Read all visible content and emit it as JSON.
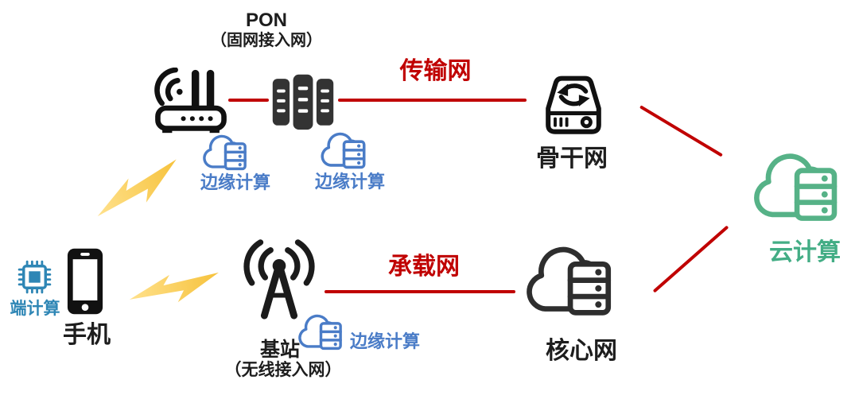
{
  "title": {
    "main": "PON",
    "sub": "（固网接入网）"
  },
  "network_links": {
    "transmission": "传输网",
    "bearer": "承载网"
  },
  "nodes": {
    "router": {
      "icon": "wifi-router-icon"
    },
    "pon_servers": {
      "icon": "server-rack-icon"
    },
    "backbone": {
      "label": "骨干网",
      "icon": "switch-drive-icon"
    },
    "cloud_computing": {
      "label": "云计算",
      "icon": "cloud-server-icon"
    },
    "core_network": {
      "label": "核心网",
      "icon": "cloud-server-icon"
    },
    "base_station": {
      "label": "基站",
      "sub_label": "（无线接入网）",
      "icon": "antenna-tower-icon"
    },
    "phone": {
      "label": "手机",
      "icon": "smartphone-icon"
    }
  },
  "computing_labels": {
    "terminal": "端计算",
    "edge_router": "边缘计算",
    "edge_pon": "边缘计算",
    "edge_base_station": "边缘计算"
  },
  "colors": {
    "link_red": "#C00000",
    "edge_blue": "#4A7CC7",
    "terminal_teal": "#2E86B5",
    "cloud_green": "#56B287",
    "lightning_yellow": "#FBCE4D",
    "icon_black": "#111111",
    "server_dark": "#333333"
  }
}
